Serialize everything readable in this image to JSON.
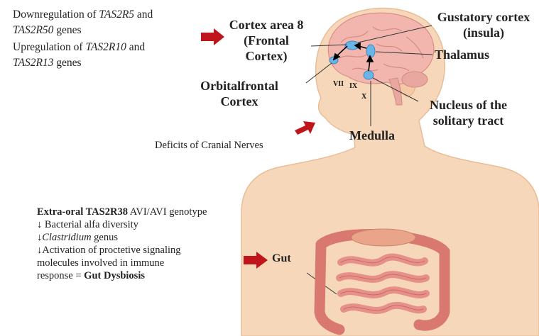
{
  "top_left_text": {
    "line1_pre": "Downregulation of ",
    "line1_gene": "TAS2R5",
    "line1_post": " and",
    "line2_gene": "TAS2R50",
    "line2_post": " genes",
    "line3_pre": "Upregulation of ",
    "line3_gene": "TAS2R10",
    "line3_post": " and",
    "line4_gene": "TAS2R13",
    "line4_post": " genes"
  },
  "brain_labels": {
    "cortex8_line1": "Cortex area 8",
    "cortex8_line2": "(Frontal",
    "cortex8_line3": "Cortex)",
    "gustatory_line1": "Gustatory cortex",
    "gustatory_line2": "(insula)",
    "thalamus": "Thalamus",
    "orbitofrontal_line1": "Orbitalfrontal",
    "orbitofrontal_line2": "Cortex",
    "nucleus_line1": "Nucleus of the",
    "nucleus_line2": "solitary tract",
    "medulla": "Medulla"
  },
  "cranial_nerves": {
    "vii": "VII",
    "ix": "IX",
    "x": "X"
  },
  "deficits_text": "Deficits of Cranial Nerves",
  "gut_text": {
    "line1_bold": "Extra-oral TAS2R38",
    "line1_rest": " AVI/AVI genotype",
    "line2": "↓ Bacterial alfa diversity",
    "line3_arrow": "↓",
    "line3_genus": "Clastridium",
    "line3_rest": " genus",
    "line4": "↓Activation of proctetive signaling",
    "line5": "molecules involved in immune",
    "line6_pre": "response = ",
    "line6_bold": "Gut Dysbiosis"
  },
  "gut_label": "Gut",
  "colors": {
    "skin": "#f7d7ba",
    "skin_outline": "#e9bd98",
    "brain": "#f2b6ae",
    "arrow_red": "#c0161b",
    "node_blue": "#6ab4e6",
    "intestine": "#e7908a"
  }
}
